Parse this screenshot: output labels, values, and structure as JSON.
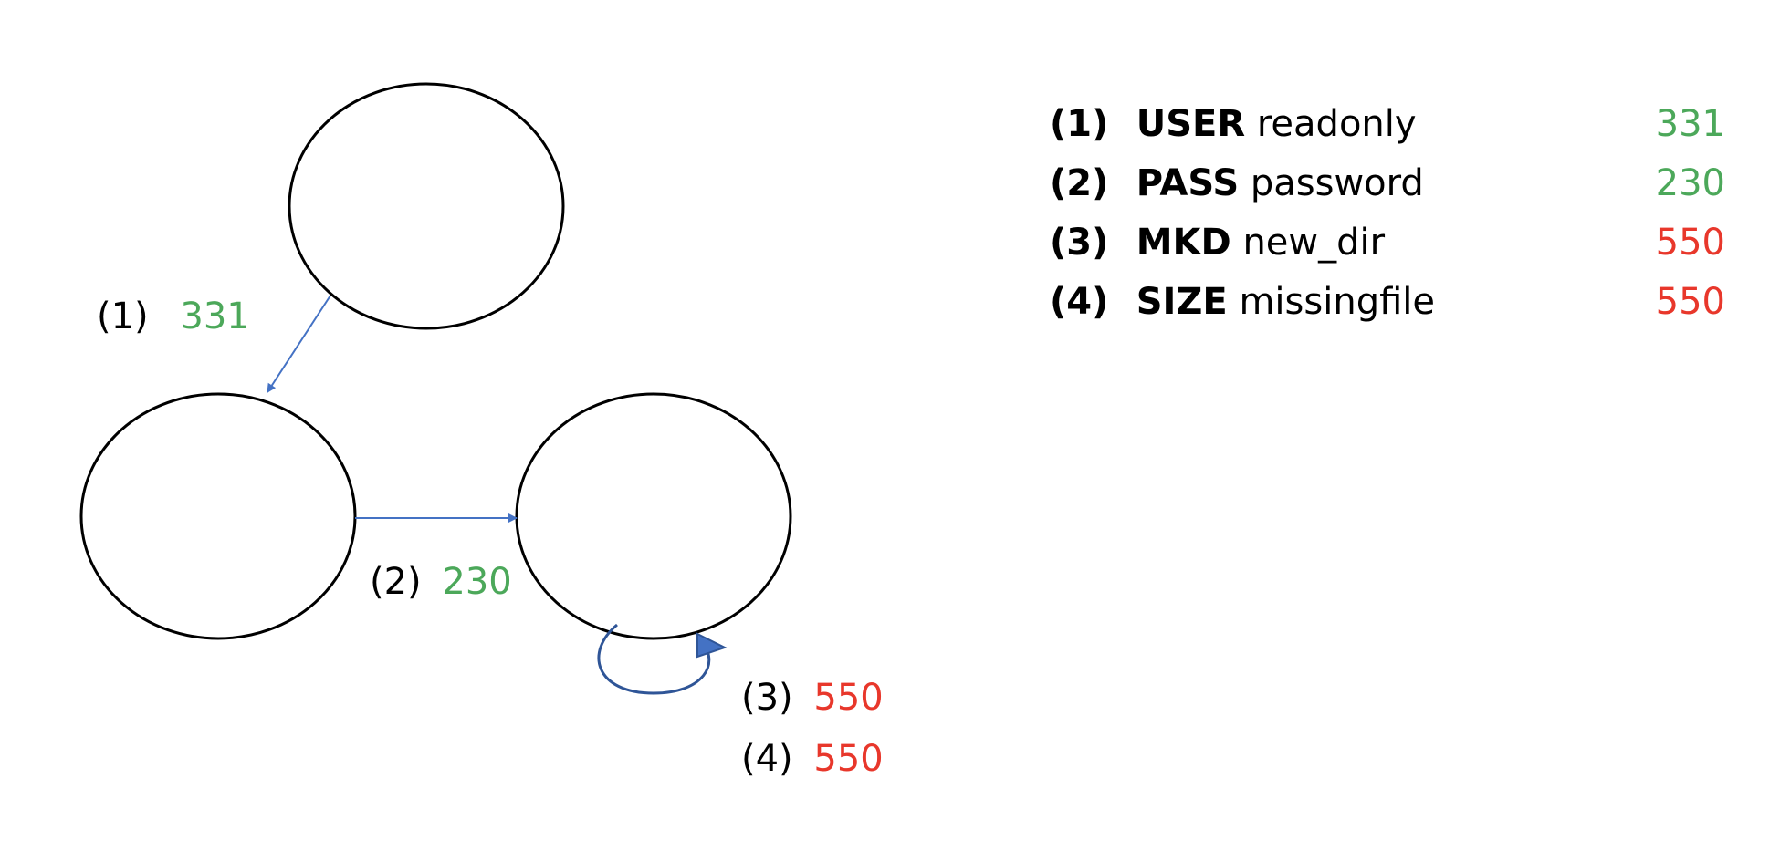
{
  "colors": {
    "success": "#4CA85A",
    "error": "#E8372B",
    "edge": "#4472C4",
    "loop": "#2F5597",
    "node_stroke": "#000000"
  },
  "diagram": {
    "states": [
      {
        "id": "state-1"
      },
      {
        "id": "state-2"
      },
      {
        "id": "state-3"
      }
    ],
    "transitions": [
      {
        "from": "state-1",
        "to": "state-2",
        "labels": [
          {
            "index": "(1)",
            "code": "331",
            "status": "success"
          }
        ]
      },
      {
        "from": "state-2",
        "to": "state-3",
        "labels": [
          {
            "index": "(2)",
            "code": "230",
            "status": "success"
          }
        ]
      },
      {
        "from": "state-3",
        "to": "state-3",
        "labels": [
          {
            "index": "(3)",
            "code": "550",
            "status": "error"
          },
          {
            "index": "(4)",
            "code": "550",
            "status": "error"
          }
        ]
      }
    ]
  },
  "commands": [
    {
      "index": "(1)",
      "verb": "USER",
      "arg": "readonly",
      "code": "331",
      "status": "success"
    },
    {
      "index": "(2)",
      "verb": "PASS",
      "arg": "password",
      "code": "230",
      "status": "success"
    },
    {
      "index": "(3)",
      "verb": "MKD",
      "arg": "new_dir",
      "code": "550",
      "status": "error"
    },
    {
      "index": "(4)",
      "verb": "SIZE",
      "arg": "missingfile",
      "code": "550",
      "status": "error"
    }
  ]
}
